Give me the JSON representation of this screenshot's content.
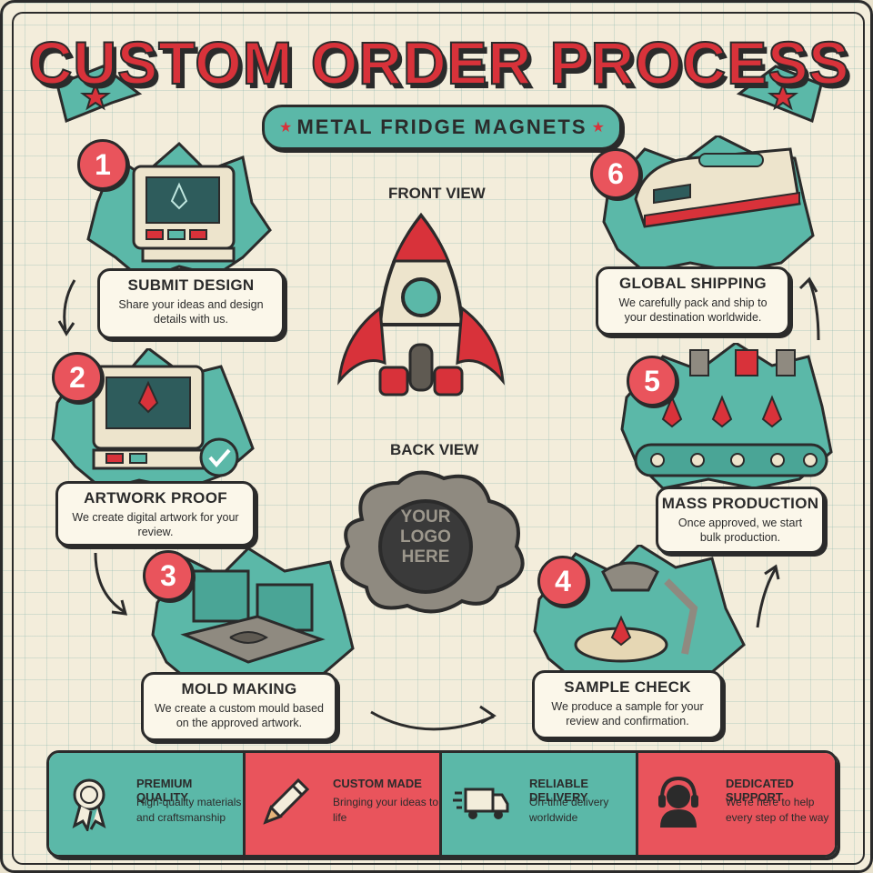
{
  "title": "CUSTOM ORDER PROCESS",
  "subtitle": "METAL FRIDGE MAGNETS",
  "colors": {
    "red": "#d8323a",
    "teal": "#5bb8a8",
    "cream": "#fbf7ea",
    "ink": "#2b2b2b"
  },
  "front_view_label": "FRONT VIEW",
  "back_view_label": "BACK VIEW",
  "back_logo_text": [
    "YOUR",
    "LOGO",
    "HERE"
  ],
  "steps": [
    {
      "num": "1",
      "title": "SUBMIT DESIGN",
      "desc": "Share your ideas and design details with us.",
      "icon": "retro-computer-icon"
    },
    {
      "num": "2",
      "title": "ARTWORK PROOF",
      "desc": "We create digital artwork for your review.",
      "icon": "proof-monitor-icon"
    },
    {
      "num": "3",
      "title": "MOLD MAKING",
      "desc": "We create a custom mould based on the approved artwork.",
      "icon": "mold-machine-icon"
    },
    {
      "num": "4",
      "title": "SAMPLE CHECK",
      "desc": "We produce a sample for your review and confirmation.",
      "icon": "inspection-lamp-icon"
    },
    {
      "num": "5",
      "title": "MASS PRODUCTION",
      "desc": "Once approved, we start bulk production.",
      "icon": "conveyor-belt-icon"
    },
    {
      "num": "6",
      "title": "GLOBAL SHIPPING",
      "desc": "We carefully pack and ship to your destination worldwide.",
      "icon": "train-icon"
    }
  ],
  "features": [
    {
      "title": "PREMIUM QUALITY",
      "desc": "High-quality materials and craftsmanship",
      "icon": "award-ribbon-icon",
      "bg": "#5bb8a8"
    },
    {
      "title": "CUSTOM MADE",
      "desc": "Bringing your ideas to life",
      "icon": "pencil-icon",
      "bg": "#e9545c"
    },
    {
      "title": "RELIABLE DELIVERY",
      "desc": "On-time delivery worldwide",
      "icon": "delivery-truck-icon",
      "bg": "#5bb8a8"
    },
    {
      "title": "DEDICATED SUPPORT",
      "desc": "We're here to help every step of the way",
      "icon": "headset-support-icon",
      "bg": "#e9545c"
    }
  ]
}
